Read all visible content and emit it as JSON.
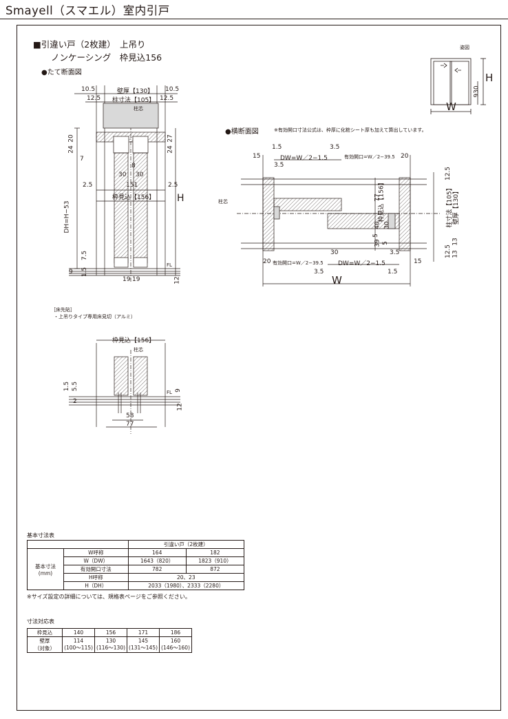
{
  "title": "Smayell（スマエル）室内引戸",
  "heading": {
    "line1": "■引違い戸（2枚建）　上吊り",
    "line2": "ノンケーシング　枠見込156"
  },
  "section_vertical": "●たて断面図",
  "section_horizontal": "●横断面図",
  "horizontal_note": "※有効開口寸法公式は、枠厚に化粧シート厚も加えて算出しています。",
  "elevation": {
    "label": "姿図",
    "h": "H",
    "w": "W",
    "dim": "930"
  },
  "vertical_dims": {
    "left_10_5": "10.5",
    "wall": "壁厚【130】",
    "right_10_5": "10.5",
    "left_12_5": "12.5",
    "pillar": "柱寸法【105】",
    "right_12_5": "12.5",
    "center": "柱芯",
    "d20": "20",
    "d24": "24",
    "d27": "27",
    "d24b": "24",
    "d7": "7",
    "d30a": "30",
    "d30b": "30",
    "d8": "8",
    "d2_5a": "2.5",
    "d151": "151",
    "d2_5b": "2.5",
    "depth": "枠見込【156】",
    "dh": "DH=H−53",
    "h": "H",
    "d7_5": "7.5",
    "d1_5": "1.5",
    "d9": "9",
    "fl": "FL",
    "d19a": "19",
    "d19b": "19",
    "d12": "12"
  },
  "horizontal_dims": {
    "t1_5": "1.5",
    "t3_5": "3.5",
    "t15": "15",
    "t_dw": "DW=W／2−1.5",
    "t_open": "有効開口=W／2−39.5",
    "t20": "20",
    "t3_5b": "3.5",
    "center": "柱芯",
    "r12_5a": "12.5",
    "r156": "枠見込【156】",
    "r77": "77",
    "r105": "柱寸法【105】",
    "r130": "壁厚【130】",
    "r40": "40",
    "r30": "30",
    "r5a": "5",
    "r39": "39",
    "r5b": "5",
    "r12_5b": "12.5",
    "r13a": "13",
    "r13b": "13",
    "b30": "30",
    "b3_5": "3.5",
    "b20": "20",
    "b_open": "有効開口=W／2−39.5",
    "b_dw": "DW=W／2−1.5",
    "b15": "15",
    "b3_5b": "3.5",
    "b1_5": "1.5",
    "b_w": "W"
  },
  "floor": {
    "label": "［床先貼］",
    "note": "・上吊りタイプ専用床見切（アルミ）",
    "depth": "枠見込【156】",
    "center": "柱芯",
    "d1_5": "1.5",
    "d5_5": "5.5",
    "d2": "2",
    "fl": "FL",
    "d9": "9",
    "d12": "12",
    "d58": "58",
    "d77": "77"
  },
  "basic_table": {
    "title": "基本寸法表",
    "top_header": "引違い戸（2枚建）",
    "group_label_1": "基本寸法",
    "group_label_2": "(mm)",
    "rows": [
      {
        "label": "W呼称",
        "c1": "164",
        "c2": "182"
      },
      {
        "label": "W（DW）",
        "c1": "1643（820）",
        "c2": "1823（910）"
      },
      {
        "label": "有効開口寸法",
        "c1": "782",
        "c2": "872"
      },
      {
        "label": "H呼称",
        "span": "20、23"
      },
      {
        "label": "H（DH）",
        "span": "2033（1980）、2333（2280）"
      }
    ],
    "note": "※サイズ設定の詳細については、規格表ページをご参照ください。"
  },
  "corr_table": {
    "title": "寸法対応表",
    "row1_label": "枠見込",
    "row1": [
      "140",
      "156",
      "171",
      "186"
    ],
    "row2_label_1": "壁厚",
    "row2_label_2": "（対象）",
    "row2_vals": [
      "114",
      "130",
      "145",
      "160"
    ],
    "row2_ranges": [
      "(100〜115)",
      "(116〜130)",
      "(131〜145)",
      "(146〜160)"
    ]
  }
}
